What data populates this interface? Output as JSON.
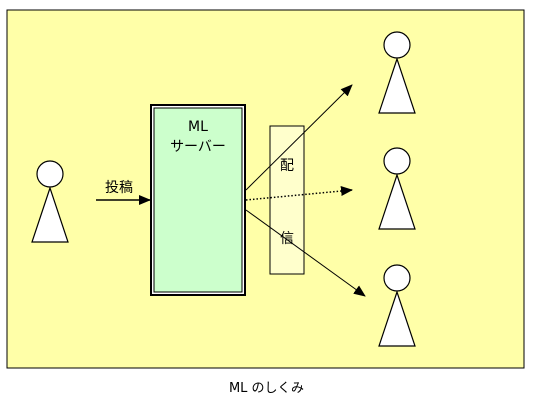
{
  "diagram": {
    "server_label_line1": "ML",
    "server_label_line2": "サーバー",
    "post_label": "投稿",
    "deliver_label_char1": "配",
    "deliver_label_char2": "信",
    "caption": "ML のしくみ"
  },
  "colors": {
    "background": "#ffffa8",
    "server_fill": "#ccffcc",
    "deliver_box_fill": "#ffffcc",
    "stroke": "#000000"
  }
}
